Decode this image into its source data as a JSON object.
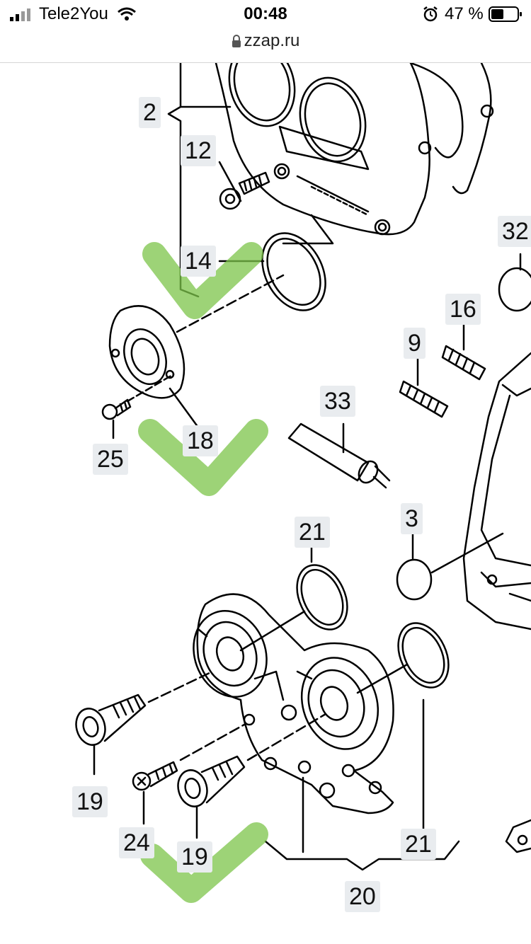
{
  "status_bar": {
    "carrier": "Tele2You",
    "time": "00:48",
    "battery": "47 %",
    "icons": [
      "signal-icon",
      "wifi-icon",
      "alarm-icon",
      "battery-icon"
    ]
  },
  "browser": {
    "url": "zzap.ru",
    "icons": [
      "lock-icon"
    ]
  },
  "diagram": {
    "callouts": {
      "c2": "2",
      "c12": "12",
      "c14": "14",
      "c32": "32",
      "c16": "16",
      "c9": "9",
      "c33": "33",
      "c18": "18",
      "c25": "25",
      "c21a": "21",
      "c3": "3",
      "c19a": "19",
      "c24": "24",
      "c19b": "19",
      "c21b": "21",
      "c20": "20"
    },
    "checkmark_color": "#7cc44a",
    "line_color": "#000000"
  }
}
